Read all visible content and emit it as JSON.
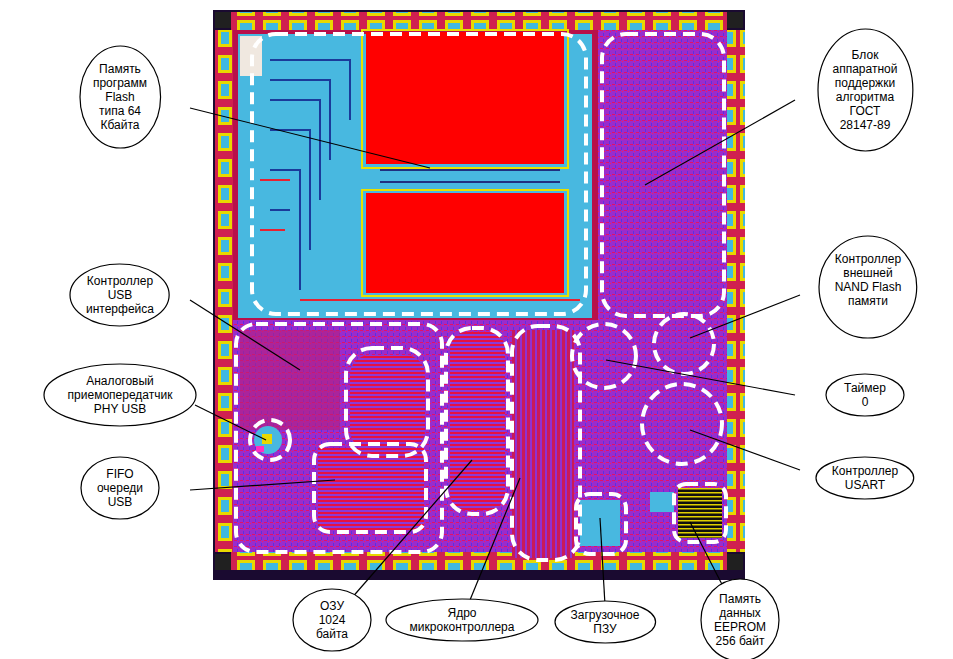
{
  "diagram": {
    "nodes": [
      {
        "text": [
          "Память программ Flash типа 64 Кбайта"
        ]
      },
      {
        "text": [
          "Блок аппаратной поддержки алгоритма ГОСТ 28147-89"
        ]
      },
      {
        "text": [
          "Контроллер USB интерфейса"
        ]
      },
      {
        "text": [
          "Контроллер внешней NAND Flash памяти"
        ]
      },
      {
        "text": [
          "Аналоговый приемопередатчик PHY USB"
        ]
      },
      {
        "text": [
          "Таймер 0"
        ]
      },
      {
        "text": [
          "FIFO очереди USB"
        ]
      },
      {
        "text": [
          "Контроллер USART"
        ]
      },
      {
        "text": [
          "ОЗУ 1024 байта"
        ]
      },
      {
        "text": [
          "Ядро микроконтроллера"
        ]
      },
      {
        "text": [
          "Загрузочное ПЗУ"
        ]
      },
      {
        "text": [
          "Память данных EEPROM 256 байт"
        ]
      }
    ]
  }
}
